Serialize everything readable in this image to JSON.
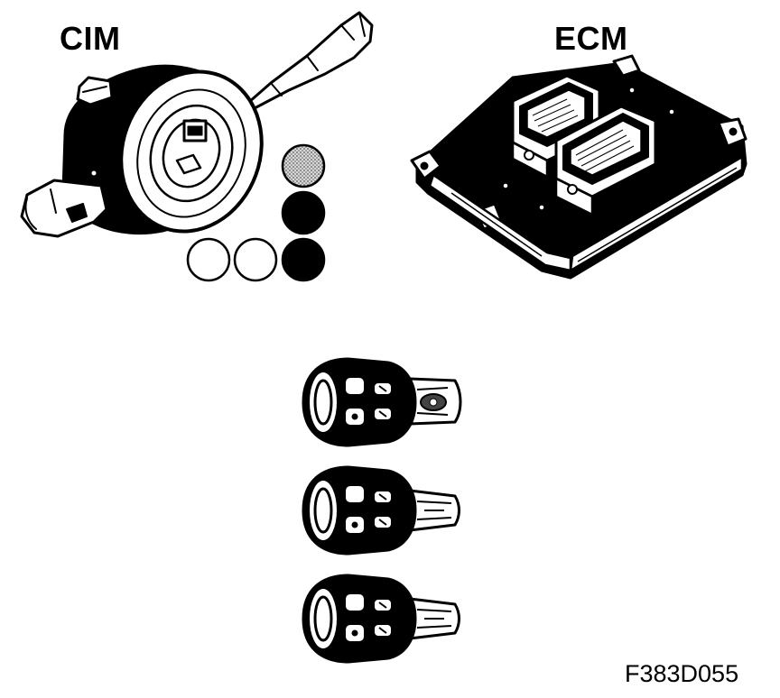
{
  "labels": {
    "cim": "CIM",
    "ecm": "ECM",
    "figure_code": "F383D055"
  },
  "indicator_dots": [
    {
      "fill": "gray-dotted"
    },
    {
      "fill": "black"
    },
    {
      "fill": "white"
    },
    {
      "fill": "white"
    },
    {
      "fill": "black"
    }
  ],
  "keys": [
    {
      "variant": "with-transponder-window"
    },
    {
      "variant": "plain"
    },
    {
      "variant": "plain"
    }
  ],
  "colors": {
    "ink": "#000000",
    "paper": "#ffffff",
    "shade": "#8a8a8a"
  }
}
